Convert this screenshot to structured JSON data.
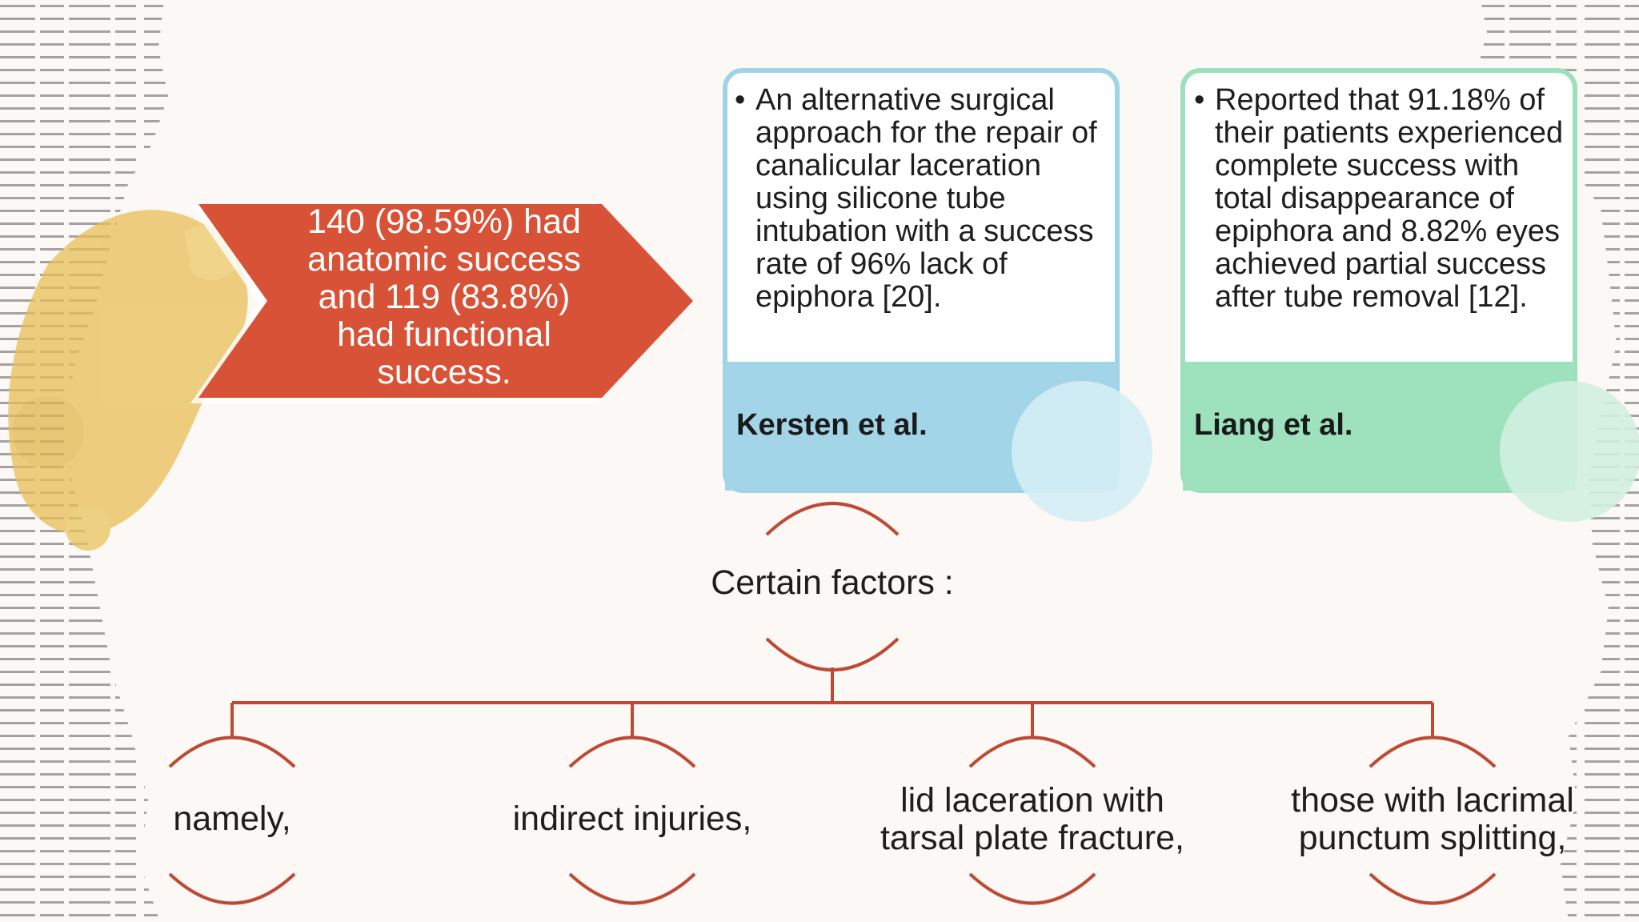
{
  "colors": {
    "background": "#fcf8f5",
    "arrow_fill": "#d85238",
    "card_kersten_border": "#9fd3e6",
    "card_kersten_footer": "#a2d5e7",
    "card_liang_border": "#9be0bc",
    "card_liang_footer": "#9de2bd",
    "connector": "#bd4a35",
    "watercolor": "#e8bf56"
  },
  "summary": {
    "text": "140 (98.59%) had anatomic success and 119 (83.8%) had functional success."
  },
  "cards": [
    {
      "bullet": "An alternative surgical approach for the repair of canalicular laceration using silicone tube intubation with a success rate of 96% lack of epiphora [20].",
      "author": "Kersten et al."
    },
    {
      "bullet": "Reported that 91.18% of their patients experienced complete success with total disappearance of epiphora and 8.82% eyes achieved partial success after tube removal [12].",
      "author": "Liang et al."
    }
  ],
  "tree": {
    "root": "Certain factors :",
    "children": [
      "namely,",
      "indirect injuries,",
      "lid laceration with tarsal plate fracture,",
      "those with lacrimal punctum splitting,"
    ]
  }
}
